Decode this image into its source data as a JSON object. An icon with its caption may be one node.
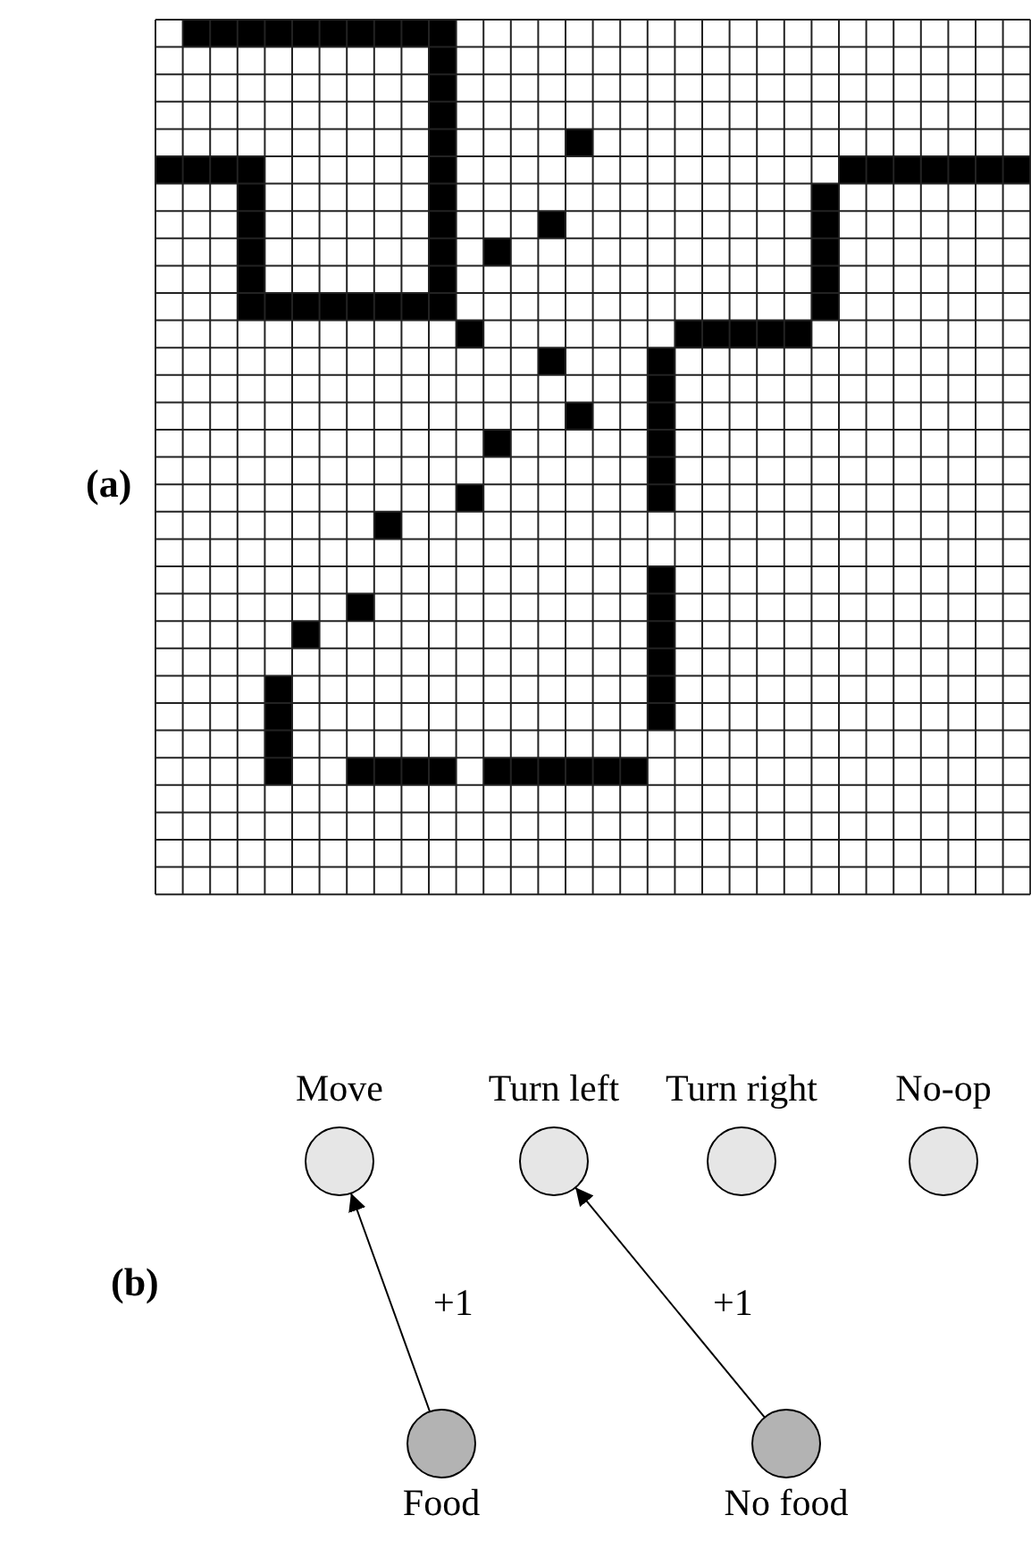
{
  "diagram": {
    "nodes": [
      {
        "text": [
          "Move"
        ]
      },
      {
        "text": [
          "Turn left"
        ]
      },
      {
        "text": [
          "Turn right"
        ]
      },
      {
        "text": [
          "No-op"
        ]
      },
      {
        "text": [
          "Food"
        ]
      },
      {
        "text": [
          "No food"
        ]
      }
    ],
    "edges": [
      {
        "from": 4,
        "to": 0,
        "arrow": "to",
        "label": "+1"
      },
      {
        "from": 5,
        "to": 1,
        "arrow": "to",
        "label": "+1"
      }
    ],
    "labels": [
      "(a)",
      "(b)"
    ]
  }
}
